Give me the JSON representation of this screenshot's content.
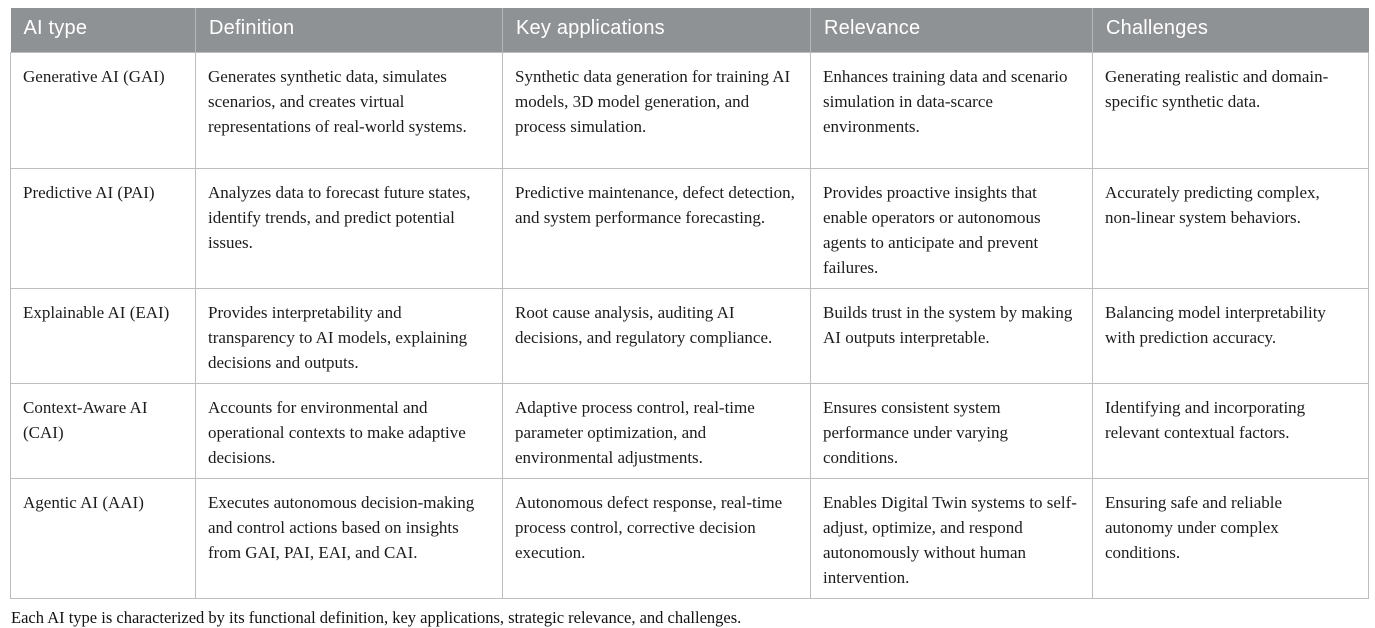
{
  "colors": {
    "header-bg": "#8f9294",
    "header-divider": "#b4b6b8",
    "header-text": "#ffffff",
    "border": "#bcbdbf",
    "body-text": "#1c1c1c",
    "page-bg": "#ffffff"
  },
  "table": {
    "columns": [
      "AI type",
      "Definition",
      "Key applications",
      "Relevance",
      "Challenges"
    ],
    "rows": [
      {
        "cells": [
          "Generative AI (GAI)",
          "Generates synthetic data, simulates scenarios, and creates virtual representations of real-world systems.",
          "Synthetic data generation for training AI models, 3D model generation, and process simulation.",
          "Enhances training data and scenario simulation in data-scarce environments.",
          "Generating realistic and domain-specific synthetic data."
        ]
      },
      {
        "cells": [
          "Predictive AI (PAI)",
          "Analyzes data to forecast future states, identify trends, and predict potential issues.",
          "Predictive maintenance, defect detection, and system performance forecasting.",
          "Provides proactive insights that enable operators or autonomous agents to anticipate and prevent failures.",
          "Accurately predicting complex, non-linear system behaviors."
        ]
      },
      {
        "cells": [
          "Explainable AI (EAI)",
          "Provides interpretability and transparency to AI models, explaining decisions and outputs.",
          "Root cause analysis, auditing AI decisions, and regulatory compliance.",
          "Builds trust in the system by making AI outputs interpretable.",
          "Balancing model interpretability with prediction accuracy."
        ]
      },
      {
        "cells": [
          "Context-Aware AI (CAI)",
          "Accounts for environmental and operational contexts to make adaptive decisions.",
          "Adaptive process control, real-time parameter optimization, and environmental adjustments.",
          "Ensures consistent system performance under varying conditions.",
          "Identifying and incorporating relevant contextual factors."
        ]
      },
      {
        "cells": [
          "Agentic AI (AAI)",
          "Executes autonomous decision-making and control actions based on insights from GAI, PAI, EAI, and CAI.",
          "Autonomous defect response, real-time process control, corrective decision execution.",
          "Enables Digital Twin systems to self-adjust, optimize, and respond autonomously without human intervention.",
          "Ensuring safe and reliable autonomy under complex conditions."
        ]
      }
    ]
  },
  "caption": "Each AI type is characterized by its functional definition, key applications, strategic relevance, and challenges."
}
